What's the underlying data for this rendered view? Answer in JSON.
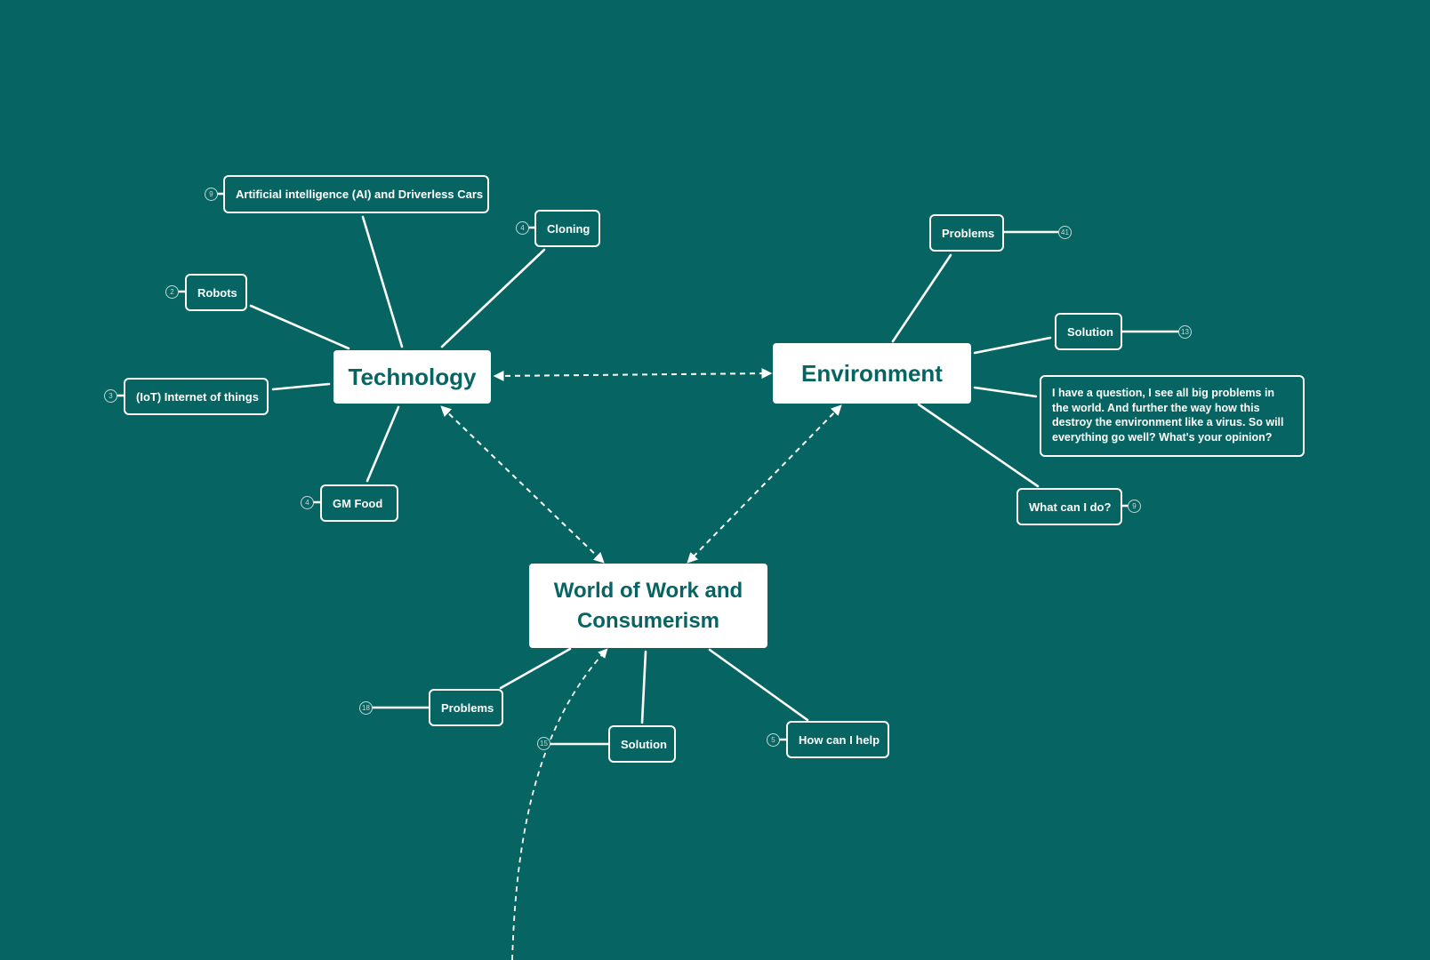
{
  "colors": {
    "background": "#066562",
    "node_fill": "#ffffff",
    "main_text": "#066562",
    "line": "#ffffff"
  },
  "main_nodes": {
    "technology": "Technology",
    "environment": "Environment",
    "world_of_work_line1": "World of Work and",
    "world_of_work_line2": "Consumerism"
  },
  "technology_branches": {
    "ai": {
      "label": "Artificial intelligence (AI) and Driverless Cars",
      "count": "9"
    },
    "cloning": {
      "label": "Cloning",
      "count": "4"
    },
    "robots": {
      "label": "Robots",
      "count": "2"
    },
    "iot": {
      "label": "(IoT) Internet of things",
      "count": "3"
    },
    "gm_food": {
      "label": "GM Food",
      "count": "4"
    }
  },
  "environment_branches": {
    "problems": {
      "label": "Problems",
      "count": "41"
    },
    "solution": {
      "label": "Solution",
      "count": "13"
    },
    "question": "I have a question, I see all big problems in the world. And further the way how this destroy the environment like a virus. So will everything go well? What's your opinion?",
    "what_can_i_do": {
      "label": "What can I do?",
      "count": "9"
    }
  },
  "work_branches": {
    "problems": {
      "label": "Problems",
      "count": "18"
    },
    "solution": {
      "label": "Solution",
      "count": "15"
    },
    "how_can_i_help": {
      "label": "How can I help",
      "count": "5"
    }
  }
}
